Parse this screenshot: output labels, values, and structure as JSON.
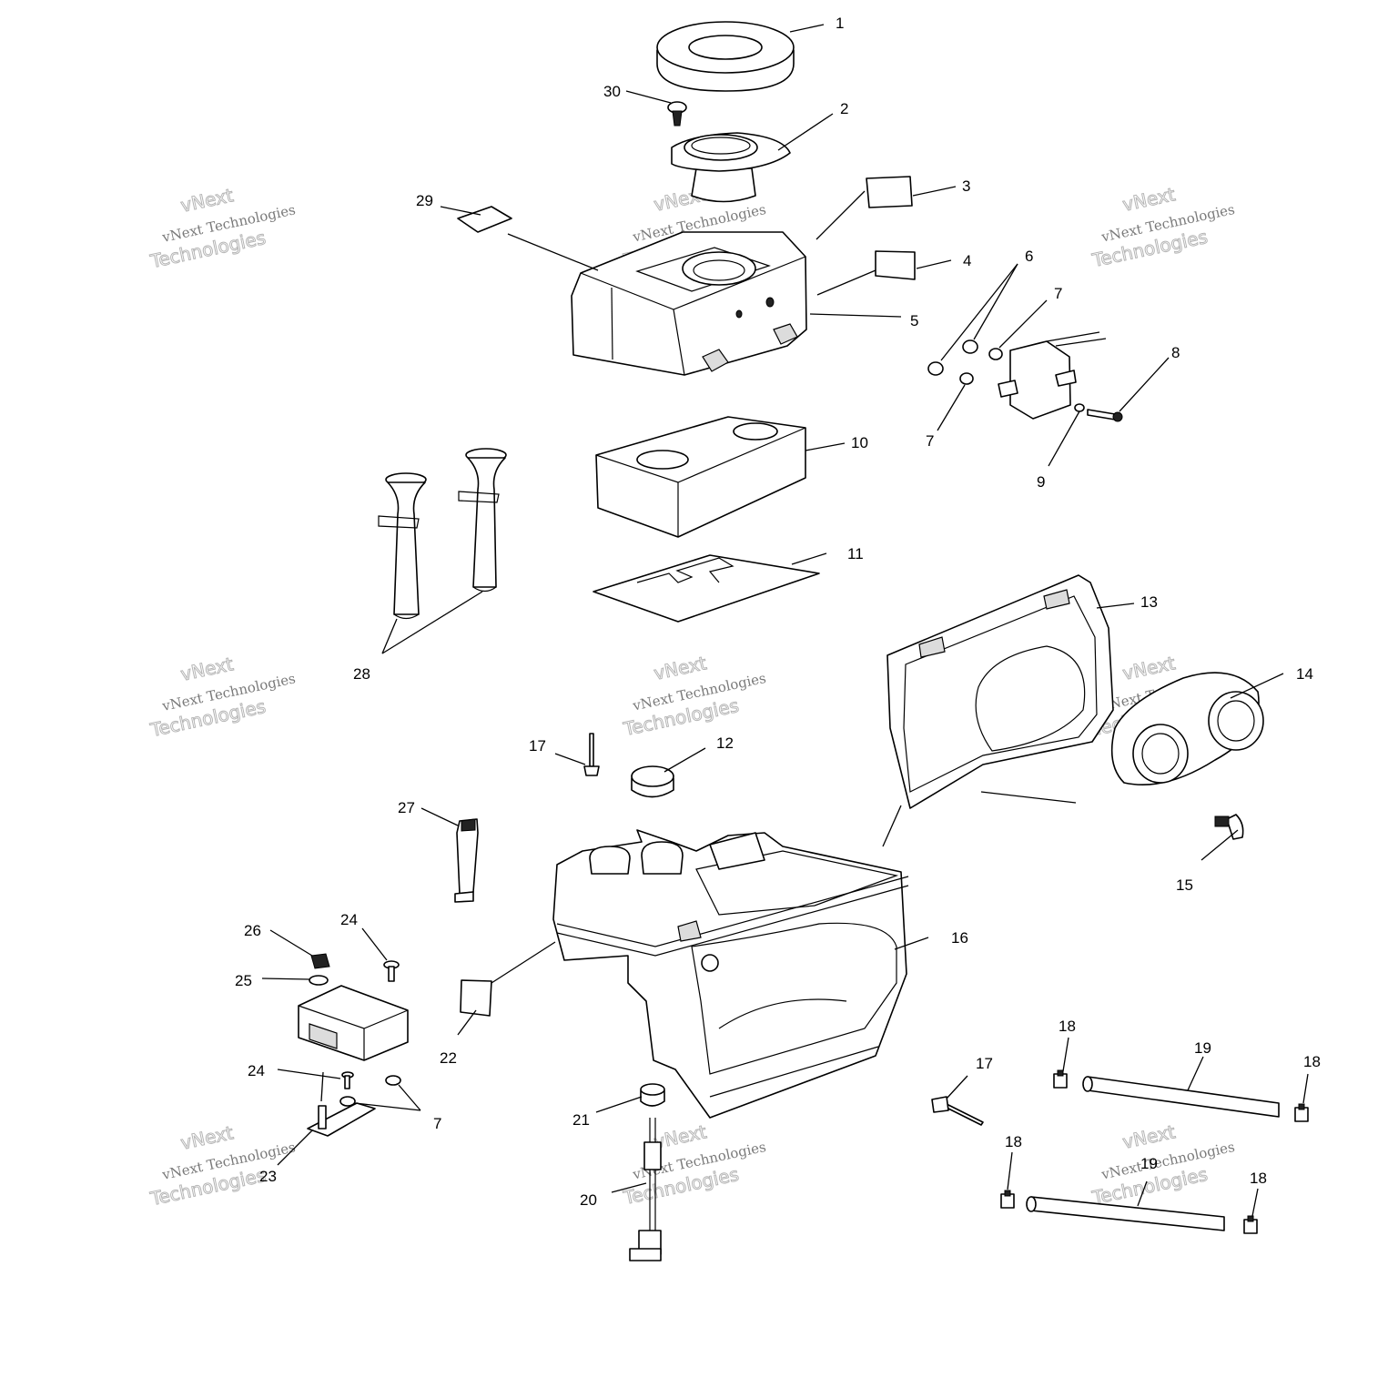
{
  "callouts": [
    "1",
    "2",
    "3",
    "4",
    "5",
    "6",
    "7",
    "7",
    "8",
    "9",
    "10",
    "11",
    "12",
    "13",
    "14",
    "15",
    "16",
    "17",
    "17",
    "18",
    "18",
    "18",
    "18",
    "19",
    "19",
    "20",
    "21",
    "22",
    "23",
    "24",
    "24",
    "25",
    "26",
    "27",
    "28",
    "29",
    "30",
    "7"
  ],
  "watermark": {
    "line1": "vNext",
    "line2": "vNext Technologies",
    "line3": "Technologies"
  },
  "colors": {
    "ink": "#000000",
    "background": "#ffffff",
    "watermark": "#b5b5b5"
  }
}
